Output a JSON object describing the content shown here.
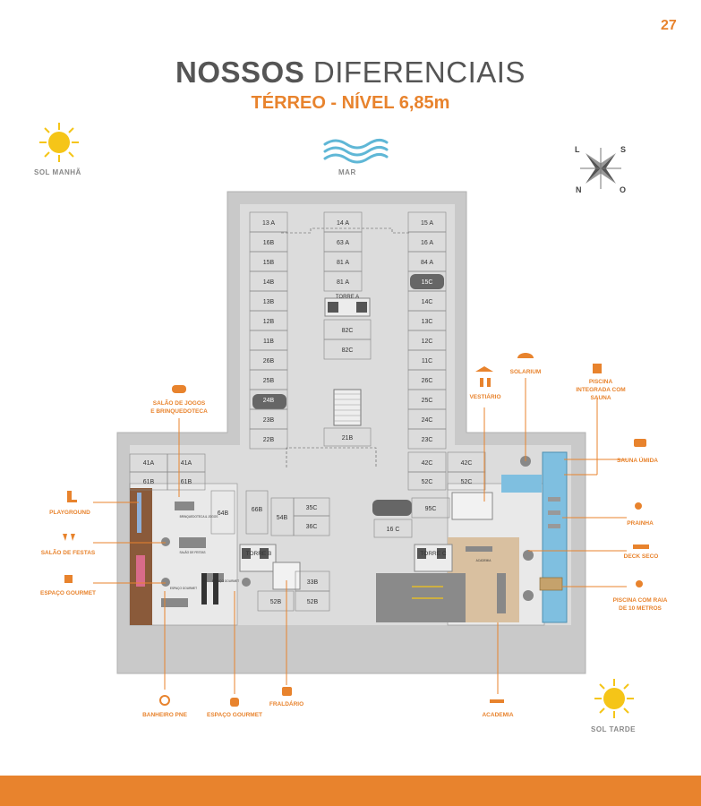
{
  "page_number": "27",
  "title_bold": "NOSSOS",
  "title_light": "DIFERENCIAIS",
  "subtitle": "TÉRREO - NÍVEL 6,85m",
  "compass": {
    "sun_morning": "SOL MANHÃ",
    "sea": "MAR",
    "sun_afternoon": "SOL TARDE",
    "letters": [
      "L",
      "S",
      "N",
      "O"
    ]
  },
  "parking": {
    "col1": [
      "13 A",
      "16B",
      "15B",
      "14B",
      "13B",
      "12B",
      "11B",
      "26B",
      "25B",
      "24B",
      "23B",
      "22B"
    ],
    "col2": [
      "14 A",
      "63 A",
      "81 A",
      "81 A"
    ],
    "col2b": [
      "82C",
      "82C"
    ],
    "col3": [
      "15 A",
      "16 A",
      "84 A",
      "15C",
      "14C",
      "13C",
      "12C",
      "11C",
      "26C",
      "25C",
      "24C",
      "23C",
      "42C",
      "52C"
    ],
    "misc": [
      "21B",
      "41A",
      "41A",
      "61B",
      "61B",
      "64B",
      "66B",
      "54B",
      "35C",
      "36C",
      "33B",
      "52B",
      "52B",
      "42C",
      "52C",
      "95C",
      "16 C"
    ]
  },
  "towers": [
    "TORRE A",
    "TORRE B",
    "TORRE C"
  ],
  "room_labels": [
    "BRINQUEDOTECA & JOGOS",
    "SALÃO DE FESTAS",
    "ESPAÇO GOURMET",
    "ESPAÇO GOURMET",
    "ACADEMIA"
  ],
  "amenities": {
    "salao_jogos": "SALÃO DE JOGOS E BRINQUEDOTECA",
    "playground": "PLAYGROUND",
    "salao_festas": "SALÃO DE FESTAS",
    "espaco_gourmet_left": "ESPAÇO GOURMET",
    "banheiro_pne": "BANHEIRO PNE",
    "espaco_gourmet_bottom": "ESPAÇO GOURMET",
    "fraldario": "FRALDÁRIO",
    "academia": "ACADEMIA",
    "vestiario": "VESTIÁRIO",
    "solarium": "SOLARIUM",
    "piscina_integrada": "PISCINA INTEGRADA COM SAUNA",
    "sauna_umida": "SAUNA ÚMIDA",
    "prainha": "PRAINHA",
    "deck_seco": "DECK SECO",
    "piscina_raia": "PISCINA COM RAIA DE 10 METROS"
  },
  "colors": {
    "accent": "#e8832d",
    "title_gray": "#555555",
    "floor_gray": "#c9c9c9",
    "pool_blue": "#7fbfe0"
  }
}
